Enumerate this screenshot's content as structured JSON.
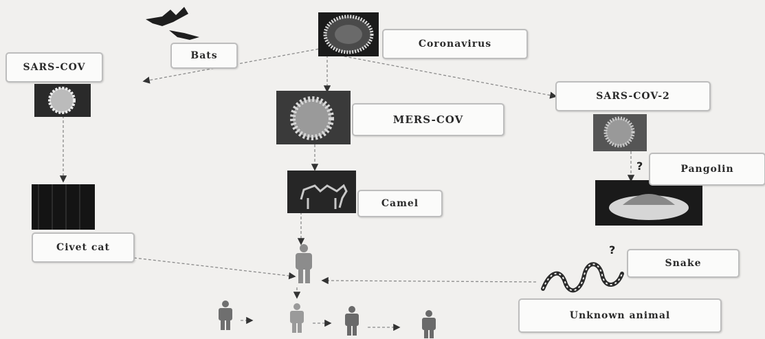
{
  "nodes": {
    "coronavirus": "Coronavirus",
    "bats": "Bats",
    "sars_cov": "SARS-COV",
    "mers_cov": "MERS-COV",
    "sars_cov_2": "SARS-COV-2",
    "camel": "Camel",
    "civet_cat": "Civet cat",
    "pangolin": "Pangolin",
    "snake": "Snake",
    "unknown_animal": "Unknown animal"
  },
  "marks": {
    "pangolin_question": "?",
    "snake_question": "?"
  },
  "icons": {
    "bat": "bat-icon",
    "virus": "virus-icon",
    "camel": "camel-icon",
    "civet": "civet-cat-icon",
    "pangolin": "pangolin-icon",
    "snake": "snake-icon",
    "human": "human-icon"
  }
}
